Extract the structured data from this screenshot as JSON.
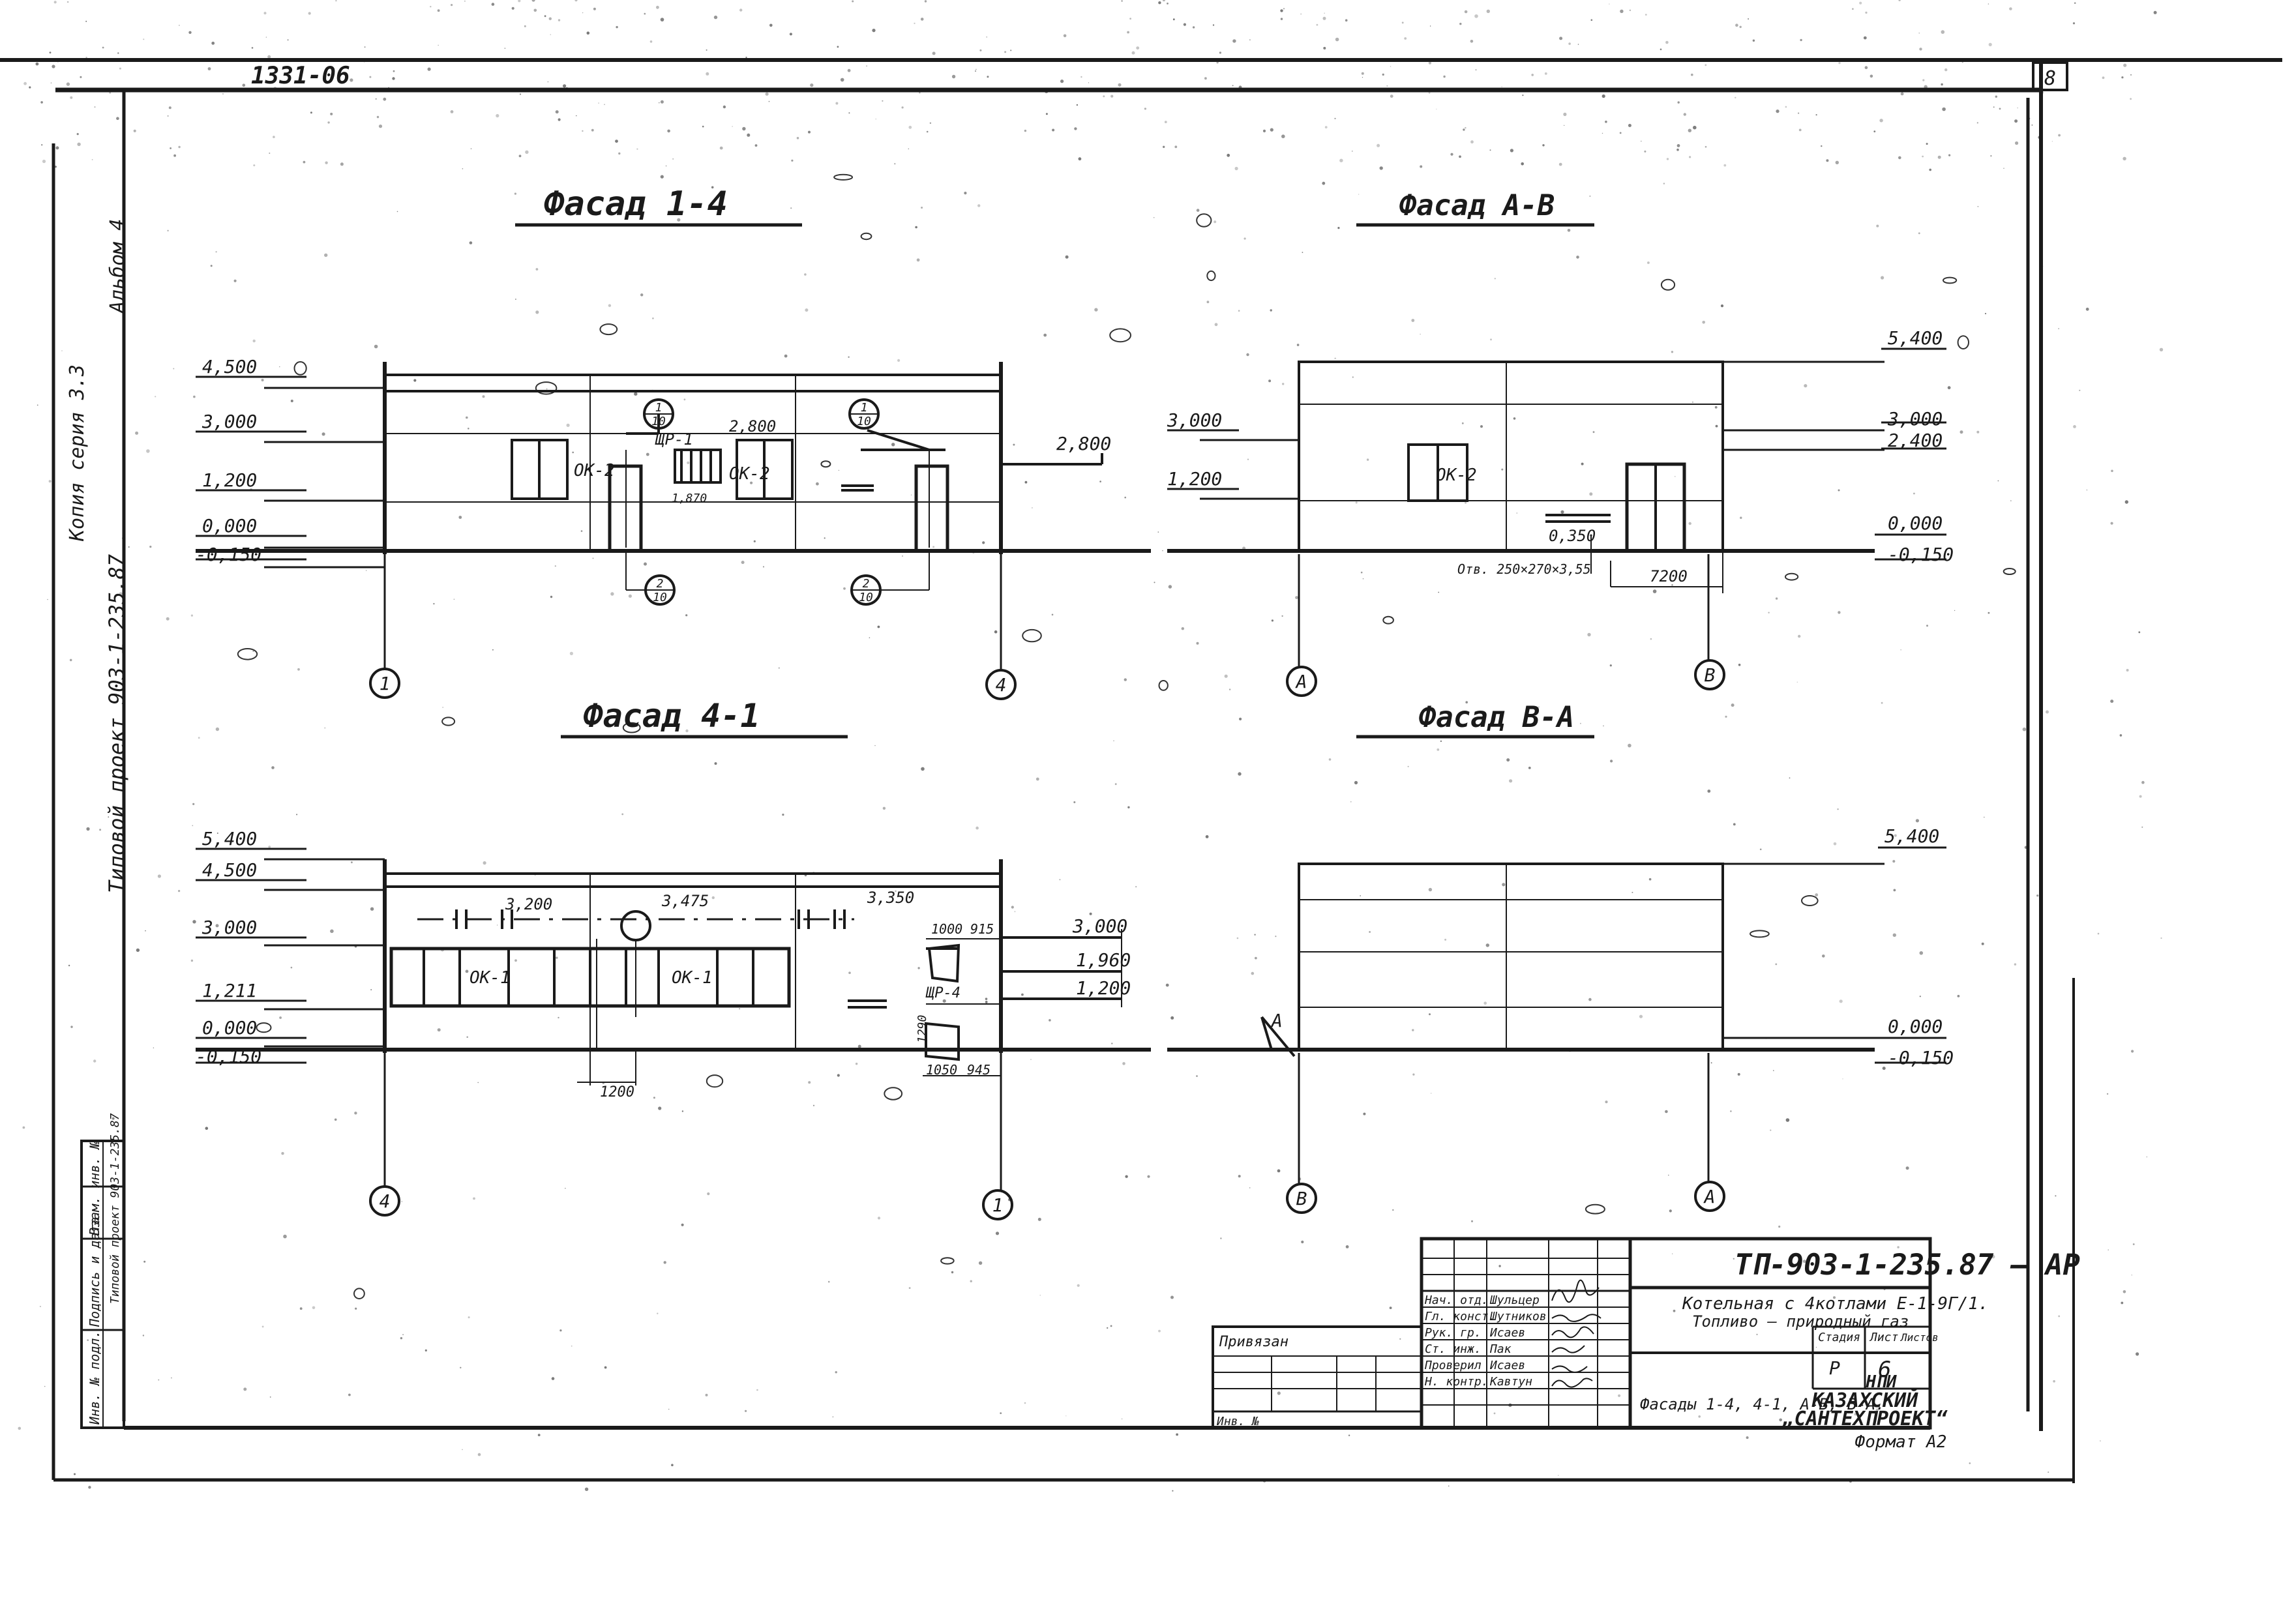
{
  "sheet": {
    "corner_number": "1331-06",
    "sheet_mark": "8",
    "side_labels": [
      "Копия серия 3.3",
      "Альбом 4",
      "Типовой проект 903-1-235.87"
    ],
    "format": "Формат А2"
  },
  "views": [
    {
      "title": "Фасад 1-4",
      "levels": [
        "4,500",
        "3,000",
        "1,200",
        "0,000",
        "-0,150"
      ],
      "right_levels": [
        "2,800"
      ],
      "axes": [
        "1",
        "4"
      ],
      "windows": [
        "ОК-2",
        "ОК-2"
      ],
      "marks": [
        "ЩР-1",
        "2,800",
        "1,870"
      ],
      "callouts": [
        {
          "num": "1",
          "sheet": "10"
        },
        {
          "num": "1",
          "sheet": "10"
        },
        {
          "num": "2",
          "sheet": "10"
        },
        {
          "num": "2",
          "sheet": "10"
        }
      ]
    },
    {
      "title": "Фасад А-В",
      "levels": [
        "3,000",
        "1,200"
      ],
      "right_levels": [
        "5,400",
        "3,000",
        "2,400",
        "0,000",
        "-0,150"
      ],
      "axes": [
        "А",
        "В"
      ],
      "windows": [
        "ОК-2"
      ],
      "notes": [
        "0,350",
        "Отв. 250×270×3,55",
        "7200"
      ]
    },
    {
      "title": "Фасад 4-1",
      "levels": [
        "5,400",
        "4,500",
        "3,000",
        "1,211",
        "0,000",
        "-0,150"
      ],
      "right_levels": [
        "3,000",
        "1,960",
        "1,200"
      ],
      "axes": [
        "4",
        "1"
      ],
      "windows": [
        "ОК-1",
        "ОК-1"
      ],
      "marks": [
        "3,200",
        "3,475",
        "3,350",
        "ЩР-4",
        "1290"
      ],
      "dims": [
        "1000",
        "915",
        "1050",
        "945",
        "1200"
      ]
    },
    {
      "title": "Фасад В-А",
      "levels": [],
      "right_levels": [
        "5,400",
        "0,000",
        "-0,150"
      ],
      "axes": [
        "В",
        "А"
      ],
      "marks": [
        "А"
      ]
    }
  ],
  "title_block": {
    "code": "ТП-903-1-235.87 — АР",
    "project": [
      "Котельная с 4котлами Е-1-9Г/1.",
      "Топливо — природный газ"
    ],
    "sheet_name": "Фасады 1-4, 4-1, А-В, В-А.",
    "stage_headers": [
      "Стадия",
      "Лист",
      "Листов"
    ],
    "stage": "Р",
    "sheet_no": "6",
    "org": [
      "НПИ",
      "КАЗАХСКИЙ",
      "„САНТЕХПРОЕКТ“"
    ],
    "signatures": [
      {
        "role": "Нач. отд.",
        "name": "Шульцер"
      },
      {
        "role": "Гл. конст.",
        "name": "Шутников"
      },
      {
        "role": "Рук. гр.",
        "name": "Исаев"
      },
      {
        "role": "Ст. инж.",
        "name": "Пак"
      },
      {
        "role": "Проверил",
        "name": "Исаев"
      },
      {
        "role": "Н. контр.",
        "name": "Кавтун"
      }
    ],
    "privyazan": "Привязан",
    "inv": "Инв. №",
    "stamp_labels": [
      "Инв. № подл.",
      "Подпись и дата",
      "Взам. инв. №"
    ]
  }
}
